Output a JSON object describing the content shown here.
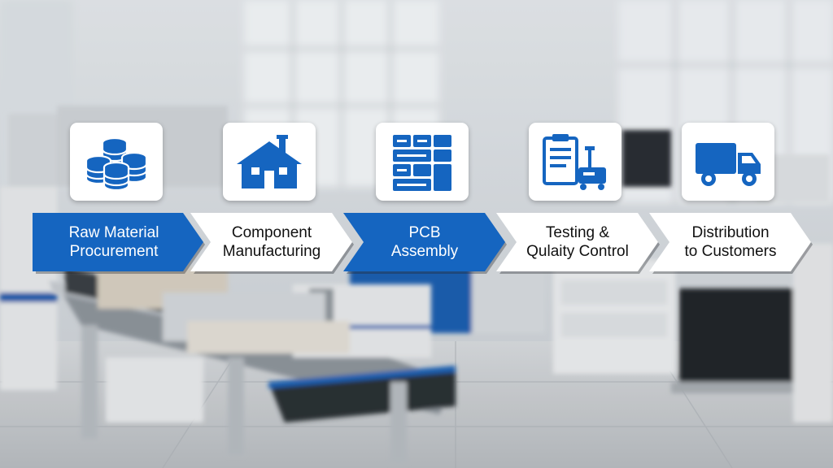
{
  "colors": {
    "accent": "#1565c0",
    "chevron_light": "#ffffff"
  },
  "steps": [
    {
      "lines": [
        "Raw Material",
        "Procurement"
      ],
      "icon": "coin-stacks-icon",
      "style": "blue"
    },
    {
      "lines": [
        "Component",
        "Manufacturing"
      ],
      "icon": "factory-icon",
      "style": "white"
    },
    {
      "lines": [
        "PCB",
        "Assembly"
      ],
      "icon": "circuit-board-icon",
      "style": "blue"
    },
    {
      "lines": [
        "Testing &",
        "Qulaity Control"
      ],
      "icon": "clipboard-test-cart-icon",
      "style": "white"
    },
    {
      "lines": [
        "Distribution",
        "to Customers"
      ],
      "icon": "delivery-truck-icon",
      "style": "white"
    }
  ]
}
